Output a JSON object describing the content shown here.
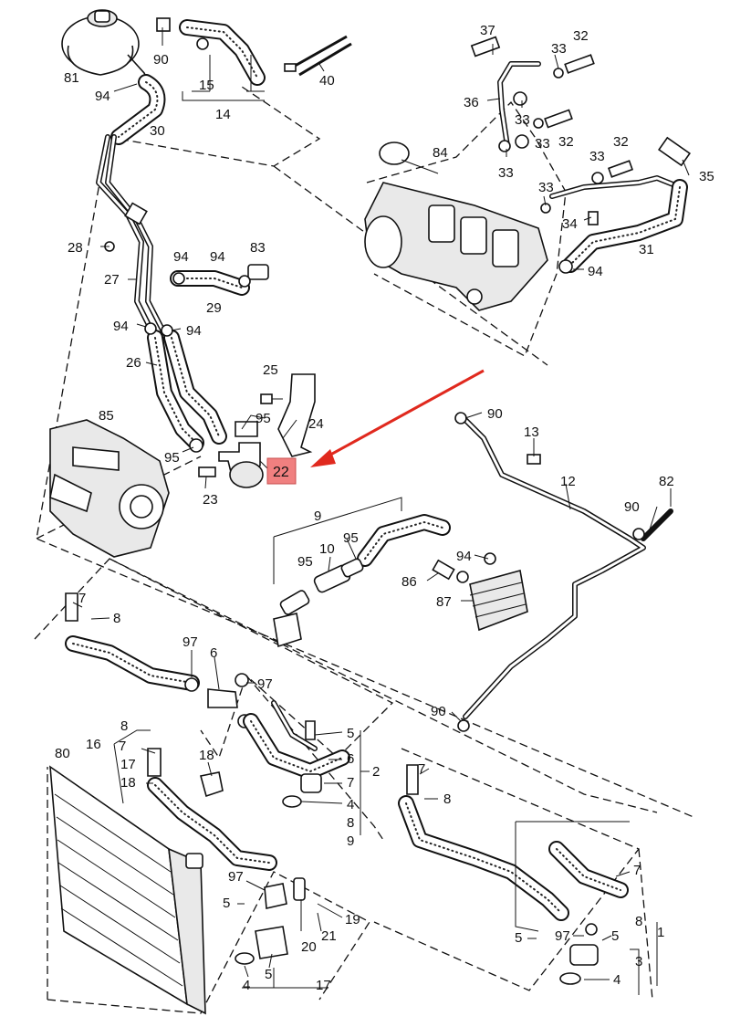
{
  "highlight": {
    "part": "22",
    "box_color": "#f08080",
    "arrow_color": "#e0291e"
  },
  "labels": {
    "p81": "81",
    "p90a": "90",
    "p15": "15",
    "p14": "14",
    "p40": "40",
    "p94a": "94",
    "p30": "30",
    "p28": "28",
    "p27": "27",
    "p94b": "94",
    "p94c": "94",
    "p83": "83",
    "p29": "29",
    "p94d": "94",
    "p94e": "94",
    "p26": "26",
    "p25": "25",
    "p95a": "95",
    "p24": "24",
    "p85": "85",
    "p95b": "95",
    "p23": "23",
    "p22": "22",
    "p37": "37",
    "p33a": "33",
    "p32a": "32",
    "p36": "36",
    "p33b": "33",
    "p84": "84",
    "p33c": "33",
    "p33d": "33",
    "p32b": "32",
    "p33e": "33",
    "p32c": "32",
    "p35": "35",
    "p33f": "33",
    "p34": "34",
    "p31": "31",
    "p94f": "94",
    "p90b": "90",
    "p13": "13",
    "p12": "12",
    "p82": "82",
    "p90c": "90",
    "p9": "9",
    "p95c": "95",
    "p10": "10",
    "p95d": "95",
    "p94g": "94",
    "p86": "86",
    "p87": "87",
    "p7a": "7",
    "p8a": "8",
    "p97a": "97",
    "p6": "6",
    "p97b": "97",
    "p90d": "90",
    "p5a": "5",
    "p6b": "6",
    "p7b": "7",
    "p2": "2",
    "p4a": "4",
    "p8b": "8",
    "p9b": "9",
    "p80": "80",
    "p16": "16",
    "p8c": "8",
    "p7c": "7",
    "p17a": "17",
    "p18a": "18",
    "p18b": "18",
    "p97c": "97",
    "p5b": "5",
    "p19": "19",
    "p20": "20",
    "p21": "21",
    "p4b": "4",
    "p5c": "5",
    "p17b": "17",
    "p7d": "7",
    "p8d": "8",
    "p7e": "7",
    "p8e": "8",
    "p1": "1",
    "p5d": "5",
    "p97d": "97",
    "p5e": "5",
    "p3": "3",
    "p4c": "4"
  }
}
